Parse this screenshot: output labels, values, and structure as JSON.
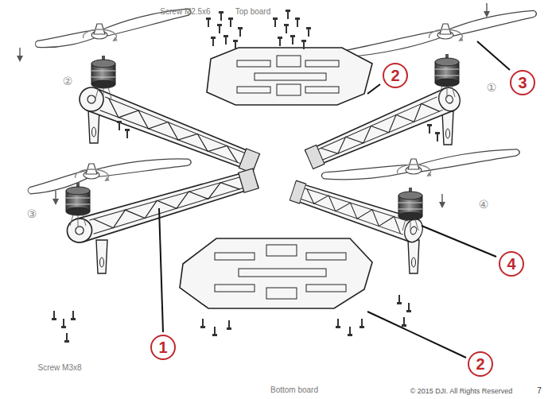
{
  "diagram": {
    "labels": [
      "Screw M2.5x6",
      "Top board",
      "②",
      "①",
      "③",
      "④",
      "Screw M3x8",
      "Bottom board",
      "© 2015 DJI. All Rights Reserved",
      "7",
      "1",
      "2",
      "2",
      "3",
      "4"
    ]
  }
}
